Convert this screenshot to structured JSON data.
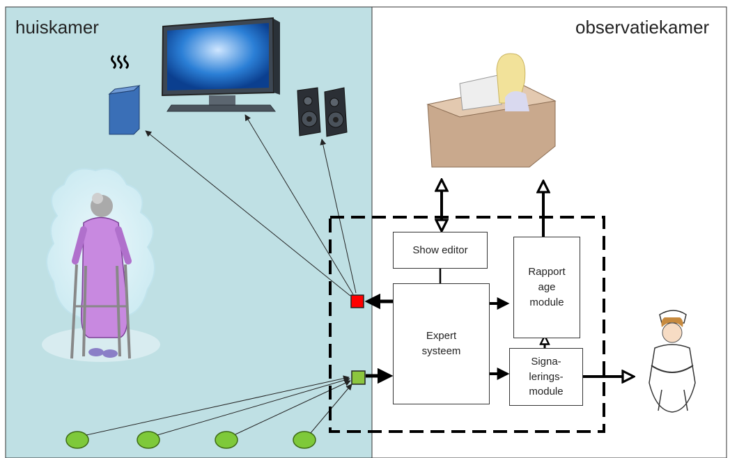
{
  "rooms": {
    "living_room": "huiskamer",
    "observation_room": "observatiekamer"
  },
  "modules": {
    "show_editor": "Show editor",
    "expert_system": "Expert\nsysteem",
    "report_module": "Rapport\nage\nmodule",
    "signal_module": "Signa-\nlerings-\nmodule"
  },
  "icons": {
    "heater": "heater-icon",
    "tv": "television-icon",
    "speakers": "speakers-icon",
    "elderly_person": "elderly-woman-with-walker-icon",
    "observer": "observer-at-computer-icon",
    "nurse": "nurse-icon",
    "sensors": "sensor-icon",
    "actuator": "actuator-interface-icon"
  },
  "colors": {
    "living_room_bg": "#bfe0e4",
    "actuator": "#ff0000",
    "sensor_interface": "#8cc63f",
    "sensor": "#7ec93a"
  }
}
